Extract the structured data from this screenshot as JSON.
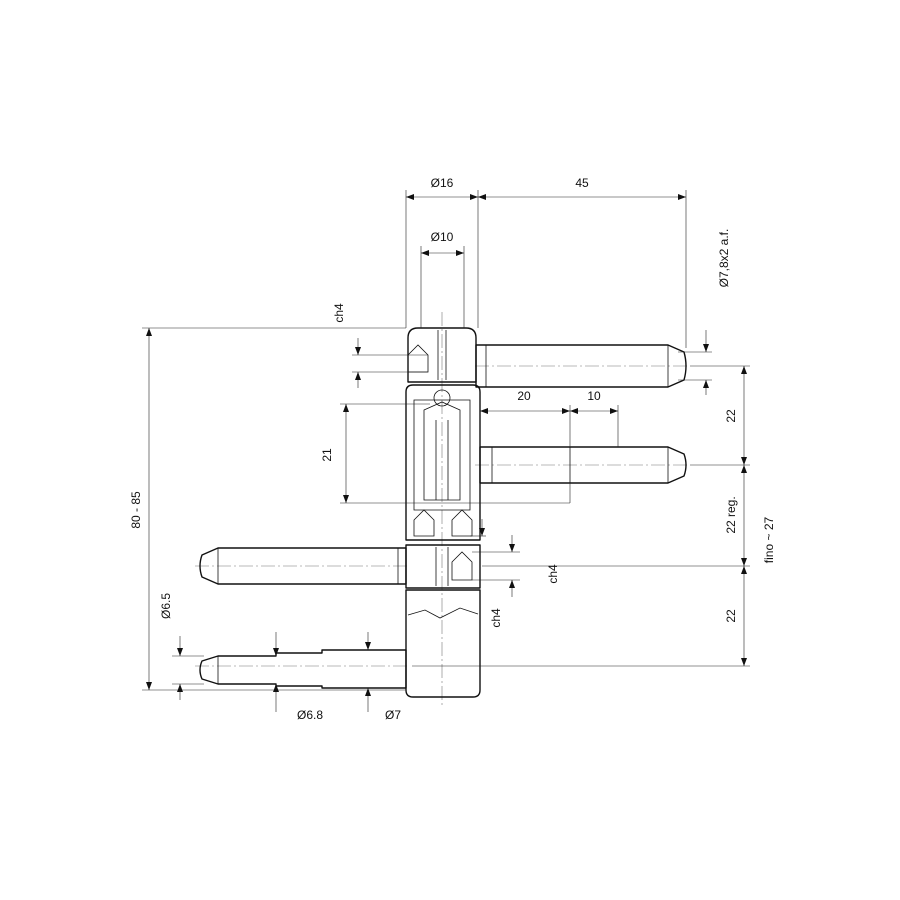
{
  "labels": {
    "d16": "Ø16",
    "l45": "45",
    "d10": "Ø10",
    "d78": "Ø7,8x2 a.f.",
    "ch4_top": "ch4",
    "l20": "20",
    "l10": "10",
    "l22_top": "22",
    "l21": "21",
    "l22reg": "22 reg.",
    "fino": "fino ~ 27",
    "l8085": "80 - 85",
    "ch4_mid": "ch4",
    "ch4_low": "ch4",
    "d65": "Ø6.5",
    "l22_bot": "22",
    "d68": "Ø6.8",
    "d7": "Ø7"
  }
}
